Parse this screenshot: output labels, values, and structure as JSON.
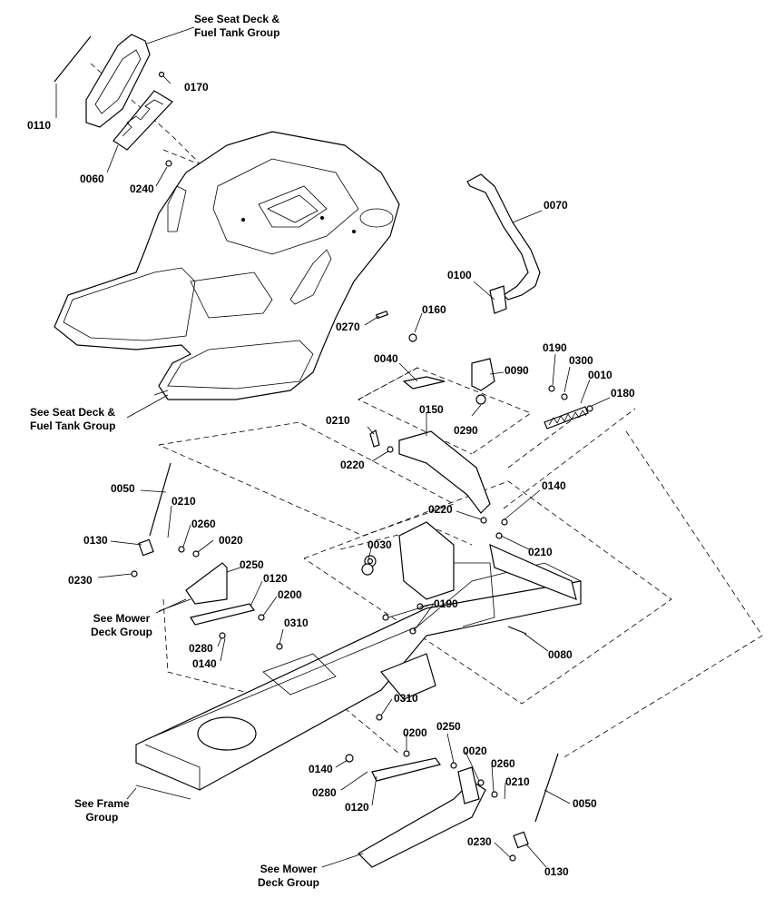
{
  "callouts": {
    "c0010": "0010",
    "c0020a": "0020",
    "c0020b": "0020",
    "c0030": "0030",
    "c0040": "0040",
    "c0050a": "0050",
    "c0050b": "0050",
    "c0060": "0060",
    "c0070": "0070",
    "c0080": "0080",
    "c0090": "0090",
    "c0100": "0100",
    "c0110": "0110",
    "c0120a": "0120",
    "c0120b": "0120",
    "c0130a": "0130",
    "c0130b": "0130",
    "c0140a": "0140",
    "c0140b": "0140",
    "c0140c": "0140",
    "c0150": "0150",
    "c0160": "0160",
    "c0170": "0170",
    "c0180": "0180",
    "c0190a": "0190",
    "c0190b": "0190",
    "c0200a": "0200",
    "c0200b": "0200",
    "c0210a": "0210",
    "c0210b": "0210",
    "c0210c": "0210",
    "c0210d": "0210",
    "c0220a": "0220",
    "c0220b": "0220",
    "c0230a": "0230",
    "c0230b": "0230",
    "c0240": "0240",
    "c0250a": "0250",
    "c0250b": "0250",
    "c0260a": "0260",
    "c0260b": "0260",
    "c0270": "0270",
    "c0280a": "0280",
    "c0280b": "0280",
    "c0290": "0290",
    "c0300": "0300",
    "c0310a": "0310",
    "c0310b": "0310"
  },
  "notes": {
    "seat_deck_top": "See Seat Deck &\nFuel Tank Group",
    "seat_deck_bottom": "See Seat Deck &\nFuel Tank Group",
    "mower_deck_left": "See Mower\nDeck Group",
    "frame_group": "See Frame\nGroup",
    "mower_deck_bottom": "See Mower\nDeck Group"
  }
}
